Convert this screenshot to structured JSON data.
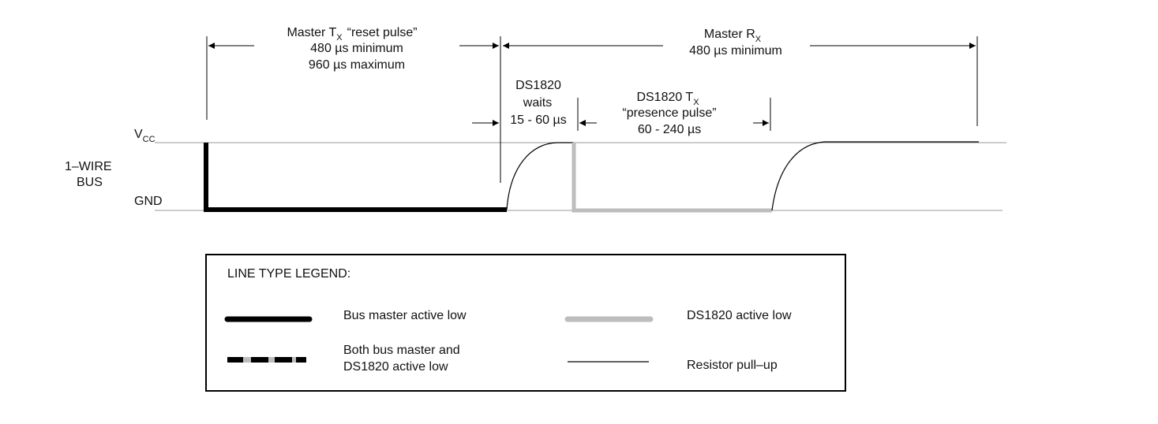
{
  "master_tx": {
    "title_main": "Master T",
    "title_sub": "X",
    "title_tail": "“reset pulse”",
    "line2": "480 µs minimum",
    "line3": "960 µs maximum"
  },
  "master_rx": {
    "title_main": "Master R",
    "title_sub": "X",
    "line2": "480 µs minimum"
  },
  "ds_waits": {
    "line1": "DS1820",
    "line2": "waits",
    "line3": "15 - 60 µs"
  },
  "ds_tx": {
    "title_main": "DS1820 T",
    "title_sub": "X",
    "line2": "“presence pulse”",
    "line3": "60 - 240 µs"
  },
  "levels": {
    "vcc_main": "V",
    "vcc_sub": "CC",
    "gnd": "GND"
  },
  "bus": {
    "line1": "1–WIRE",
    "line2": "BUS"
  },
  "legend": {
    "title": "LINE TYPE LEGEND:",
    "bus_master": "Bus master active low",
    "ds_active": "DS1820 active low",
    "both_line1": "Both bus master and",
    "both_line2": "DS1820 active low",
    "pullup": "Resistor pull–up"
  },
  "colors": {
    "master_line": "#000000",
    "ds_line": "#bdbdbd",
    "thin_line": "#000000",
    "rail": "#9a9a9a"
  }
}
